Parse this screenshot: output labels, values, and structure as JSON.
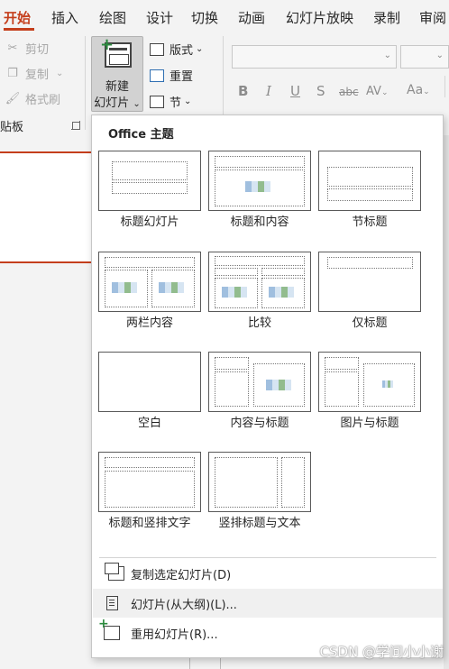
{
  "tabs": [
    "开始",
    "插入",
    "绘图",
    "设计",
    "切换",
    "动画",
    "幻灯片放映",
    "录制",
    "审阅"
  ],
  "clipboard": {
    "cut": "剪切",
    "copy": "复制",
    "format_painter": "格式刷",
    "group_label": "贴板"
  },
  "slides": {
    "new_slide_line1": "新建",
    "new_slide_line2": "幻灯片",
    "layout": "版式",
    "reset": "重置",
    "section": "节"
  },
  "font": {
    "bold": "B",
    "italic": "I",
    "underline": "U",
    "shadow": "S",
    "strike": "abc",
    "spacing": "AV",
    "case": "Aa"
  },
  "dropdown": {
    "title": "Office 主题",
    "layouts": [
      "标题幻灯片",
      "标题和内容",
      "节标题",
      "两栏内容",
      "比较",
      "仅标题",
      "空白",
      "内容与标题",
      "图片与标题",
      "标题和竖排文字",
      "竖排标题与文本"
    ],
    "menu": {
      "duplicate": "复制选定幻灯片(D)",
      "from_outline": "幻灯片(从大纲)(L)...",
      "reuse": "重用幻灯片(R)..."
    }
  },
  "watermark": "CSDN @学问小小谢"
}
